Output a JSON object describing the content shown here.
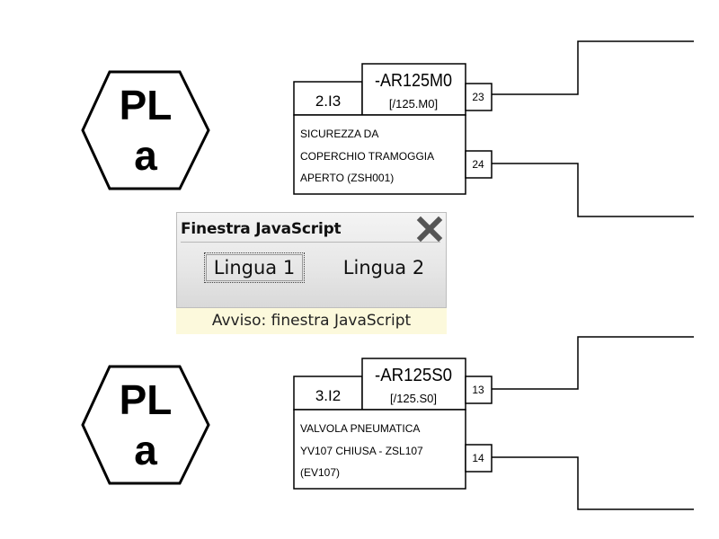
{
  "blocks": [
    {
      "pl_top": "PL",
      "pl_bottom": "a",
      "address": "2.I3",
      "tag": "-AR125M0",
      "ref": "[/125.M0]",
      "description": [
        "SICUREZZA DA",
        "COPERCHIO TRAMOGGIA",
        "APERTO (ZSH001)"
      ],
      "pin_top": "23",
      "pin_bottom": "24"
    },
    {
      "pl_top": "PL",
      "pl_bottom": "a",
      "address": "3.I2",
      "tag": "-AR125S0",
      "ref": "[/125.S0]",
      "description": [
        "VALVOLA PNEUMATICA",
        "YV107 CHIUSA - ZSL107",
        "(EV107)"
      ],
      "pin_top": "13",
      "pin_bottom": "14"
    }
  ],
  "js_window": {
    "title": "Finestra JavaScript",
    "close_icon": "close-icon",
    "buttons": [
      "Lingua 1",
      "Lingua 2"
    ],
    "status": "Avviso: finestra JavaScript"
  },
  "colors": {
    "status_bg": "#fcf9dc",
    "close_icon": "#555555",
    "line": "#000000"
  }
}
